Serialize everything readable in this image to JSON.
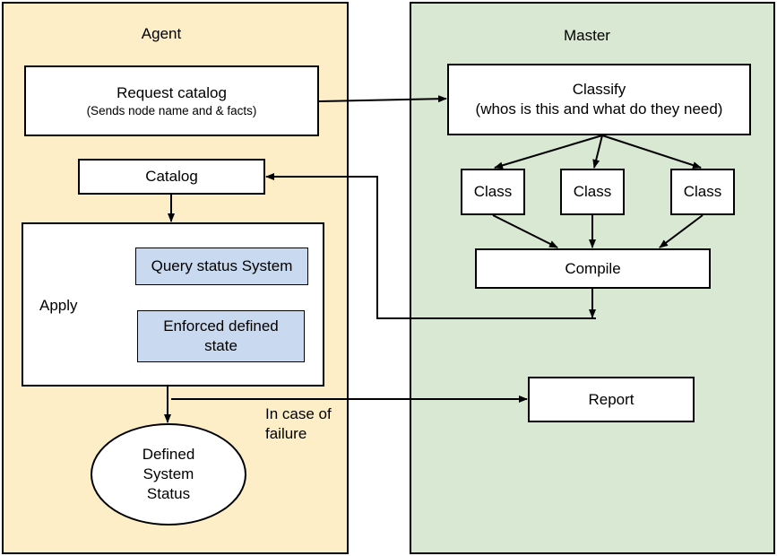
{
  "colors": {
    "agent_bg": "#fdeec8",
    "master_bg": "#d8e8d2",
    "highlight_box": "#c9daf0",
    "line": "#000000"
  },
  "agent": {
    "title": "Agent",
    "request": {
      "title": "Request catalog",
      "subtitle": "(Sends node name and & facts)"
    },
    "catalog": "Catalog",
    "apply": {
      "label": "Apply",
      "query": "Query status System",
      "enforce_line1": "Enforced defined",
      "enforce_line2": "state"
    },
    "failure_line1": "In case of",
    "failure_line2": "failure",
    "defined_line1": "Defined",
    "defined_line2": "System",
    "defined_line3": "Status"
  },
  "master": {
    "title": "Master",
    "classify": {
      "title": "Classify",
      "subtitle": "(whos is this and what do they need)"
    },
    "classes": [
      "Class",
      "Class",
      "Class"
    ],
    "compile": "Compile",
    "report": "Report"
  }
}
